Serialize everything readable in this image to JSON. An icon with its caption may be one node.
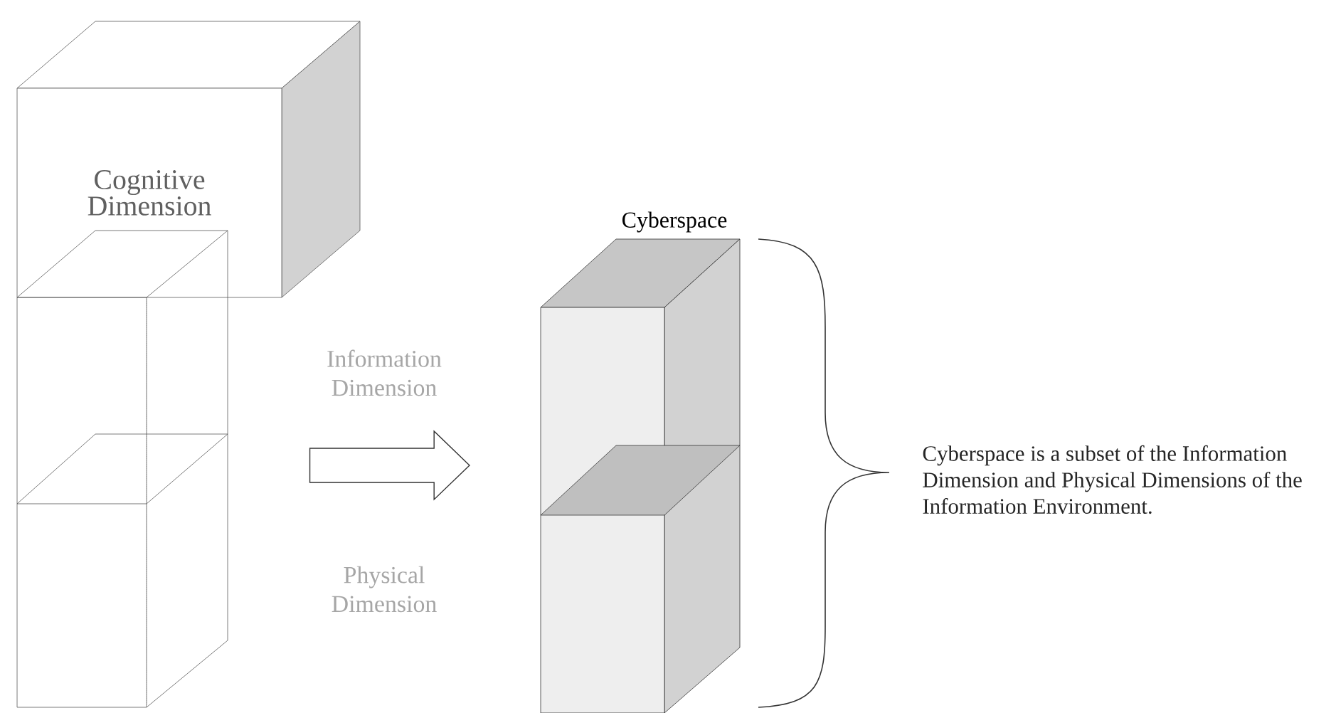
{
  "diagram": {
    "nodes": [
      {
        "text": [
          "Cognitive Dimension"
        ]
      },
      {
        "text": [],
        "shape": "box"
      },
      {
        "text": [
          "Cyberspace"
        ]
      }
    ],
    "edges": [
      {
        "from": 1,
        "to": 2,
        "arrow": "to"
      }
    ],
    "labels": [
      "Information Dimension",
      "Physical Dimension",
      "Cyberspace is a subset of the Information Dimension and Physical Dimensions of the Information Environment."
    ]
  }
}
